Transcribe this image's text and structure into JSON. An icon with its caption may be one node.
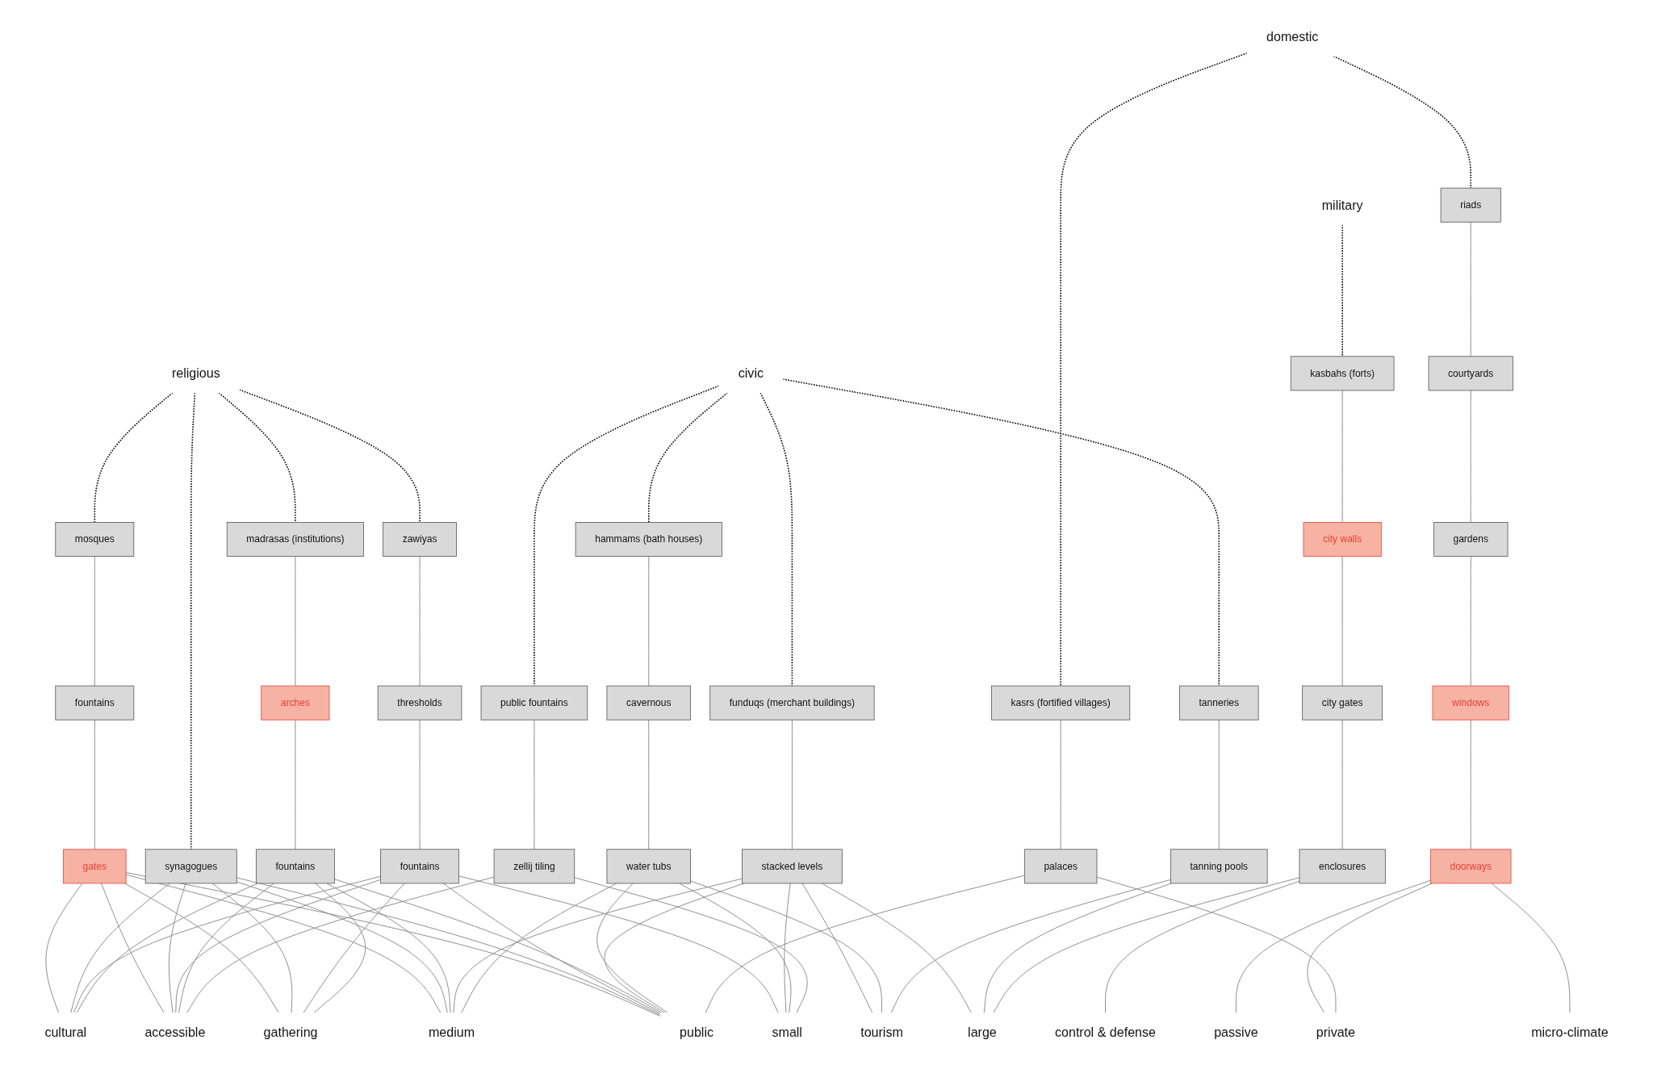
{
  "diagram": {
    "nodes": [
      {
        "text": [
          "religious"
        ]
      },
      {
        "text": [
          "civic"
        ]
      },
      {
        "text": [
          "domestic"
        ]
      },
      {
        "text": [
          "military"
        ]
      },
      {
        "text": [
          "mosques"
        ]
      },
      {
        "text": [
          "fountains"
        ]
      },
      {
        "text": [
          "gates"
        ]
      },
      {
        "text": [
          "synagogues"
        ]
      },
      {
        "text": [
          "zawiyas"
        ]
      },
      {
        "text": [
          "thresholds"
        ]
      },
      {
        "text": [
          "fountains"
        ]
      },
      {
        "text": [
          "madrasas (institutions)"
        ]
      },
      {
        "text": [
          "arches"
        ]
      },
      {
        "text": [
          "fountains"
        ]
      },
      {
        "text": [
          "funduqs (merchant buildings)"
        ]
      },
      {
        "text": [
          "stacked levels"
        ]
      },
      {
        "text": [
          "hammams (bath houses)"
        ]
      },
      {
        "text": [
          "cavernous"
        ]
      },
      {
        "text": [
          "water tubs"
        ]
      },
      {
        "text": [
          "public fountains"
        ]
      },
      {
        "text": [
          "zellij tiling"
        ]
      },
      {
        "text": [
          "tanneries"
        ]
      },
      {
        "text": [
          "tanning pools"
        ]
      },
      {
        "text": [
          "riads"
        ]
      },
      {
        "text": [
          "courtyards"
        ]
      },
      {
        "text": [
          "gardens"
        ]
      },
      {
        "text": [
          "windows"
        ]
      },
      {
        "text": [
          "doorways"
        ]
      },
      {
        "text": [
          "kasrs (fortified villages)"
        ]
      },
      {
        "text": [
          "palaces"
        ]
      },
      {
        "text": [
          "kasbahs (forts)"
        ]
      },
      {
        "text": [
          "city walls"
        ]
      },
      {
        "text": [
          "city gates"
        ]
      },
      {
        "text": [
          "enclosures"
        ]
      },
      {
        "text": [
          "gathering"
        ]
      },
      {
        "text": [
          "public"
        ]
      },
      {
        "text": [
          "cultural"
        ]
      },
      {
        "text": [
          "accessible"
        ]
      },
      {
        "text": [
          "large"
        ]
      },
      {
        "text": [
          "medium"
        ]
      },
      {
        "text": [
          "small"
        ]
      },
      {
        "text": [
          "tourism"
        ]
      },
      {
        "text": [
          "private"
        ]
      },
      {
        "text": [
          "micro-climate"
        ]
      },
      {
        "text": [
          "passive"
        ]
      },
      {
        "text": [
          "control & defense"
        ]
      }
    ],
    "edges": [
      {
        "from": 0,
        "to": 4,
        "arrow": "none",
        "style": "dashed",
        "color": "#000000"
      },
      {
        "from": 0,
        "to": 7,
        "arrow": "none",
        "style": "dashed",
        "color": "#000000"
      },
      {
        "from": 0,
        "to": 8,
        "arrow": "none",
        "style": "dashed",
        "color": "#000000"
      },
      {
        "from": 0,
        "to": 11,
        "arrow": "none",
        "style": "dashed",
        "color": "#000000"
      },
      {
        "from": 1,
        "to": 14,
        "arrow": "none",
        "style": "dashed",
        "color": "#000000"
      },
      {
        "from": 1,
        "to": 16,
        "arrow": "none",
        "style": "dashed",
        "color": "#000000"
      },
      {
        "from": 1,
        "to": 19,
        "arrow": "none",
        "style": "dashed",
        "color": "#000000"
      },
      {
        "from": 1,
        "to": 21,
        "arrow": "none",
        "style": "dashed",
        "color": "#000000"
      },
      {
        "from": 2,
        "to": 23,
        "arrow": "none",
        "style": "dashed",
        "color": "#000000"
      },
      {
        "from": 2,
        "to": 28,
        "arrow": "none",
        "style": "dashed",
        "color": "#000000"
      },
      {
        "from": 3,
        "to": 30,
        "arrow": "none",
        "style": "dashed",
        "color": "#000000"
      },
      {
        "from": 4,
        "to": 5,
        "arrow": "none"
      },
      {
        "from": 5,
        "to": 6,
        "arrow": "none"
      },
      {
        "from": 8,
        "to": 9,
        "arrow": "none"
      },
      {
        "from": 9,
        "to": 10,
        "arrow": "none"
      },
      {
        "from": 11,
        "to": 12,
        "arrow": "none"
      },
      {
        "from": 12,
        "to": 13,
        "arrow": "none"
      },
      {
        "from": 14,
        "to": 15,
        "arrow": "none"
      },
      {
        "from": 16,
        "to": 17,
        "arrow": "none"
      },
      {
        "from": 17,
        "to": 18,
        "arrow": "none"
      },
      {
        "from": 19,
        "to": 20,
        "arrow": "none"
      },
      {
        "from": 21,
        "to": 22,
        "arrow": "none"
      },
      {
        "from": 23,
        "to": 24,
        "arrow": "none"
      },
      {
        "from": 24,
        "to": 25,
        "arrow": "none"
      },
      {
        "from": 25,
        "to": 26,
        "arrow": "none"
      },
      {
        "from": 26,
        "to": 27,
        "arrow": "none"
      },
      {
        "from": 28,
        "to": 29,
        "arrow": "none"
      },
      {
        "from": 30,
        "to": 31,
        "arrow": "none"
      },
      {
        "from": 31,
        "to": 32,
        "arrow": "none"
      },
      {
        "from": 32,
        "to": 33,
        "arrow": "none"
      },
      {
        "from": 6,
        "to": 34,
        "arrow": "none"
      },
      {
        "from": 6,
        "to": 35,
        "arrow": "none"
      },
      {
        "from": 6,
        "to": 36,
        "arrow": "none"
      },
      {
        "from": 6,
        "to": 37,
        "arrow": "none"
      },
      {
        "from": 6,
        "to": 39,
        "arrow": "none"
      },
      {
        "from": 7,
        "to": 34,
        "arrow": "none"
      },
      {
        "from": 7,
        "to": 35,
        "arrow": "none"
      },
      {
        "from": 7,
        "to": 36,
        "arrow": "none"
      },
      {
        "from": 7,
        "to": 37,
        "arrow": "none"
      },
      {
        "from": 7,
        "to": 39,
        "arrow": "none"
      },
      {
        "from": 10,
        "to": 34,
        "arrow": "none"
      },
      {
        "from": 10,
        "to": 35,
        "arrow": "none"
      },
      {
        "from": 10,
        "to": 36,
        "arrow": "none"
      },
      {
        "from": 10,
        "to": 37,
        "arrow": "none"
      },
      {
        "from": 10,
        "to": 40,
        "arrow": "none"
      },
      {
        "from": 13,
        "to": 34,
        "arrow": "none"
      },
      {
        "from": 13,
        "to": 35,
        "arrow": "none"
      },
      {
        "from": 13,
        "to": 36,
        "arrow": "none"
      },
      {
        "from": 13,
        "to": 37,
        "arrow": "none"
      },
      {
        "from": 13,
        "to": 39,
        "arrow": "none"
      },
      {
        "from": 15,
        "to": 35,
        "arrow": "none"
      },
      {
        "from": 15,
        "to": 38,
        "arrow": "none"
      },
      {
        "from": 15,
        "to": 39,
        "arrow": "none"
      },
      {
        "from": 15,
        "to": 40,
        "arrow": "none"
      },
      {
        "from": 15,
        "to": 41,
        "arrow": "none"
      },
      {
        "from": 18,
        "to": 35,
        "arrow": "none"
      },
      {
        "from": 18,
        "to": 39,
        "arrow": "none"
      },
      {
        "from": 18,
        "to": 40,
        "arrow": "none"
      },
      {
        "from": 18,
        "to": 41,
        "arrow": "none"
      },
      {
        "from": 20,
        "to": 37,
        "arrow": "none"
      },
      {
        "from": 20,
        "to": 40,
        "arrow": "none"
      },
      {
        "from": 22,
        "to": 38,
        "arrow": "none"
      },
      {
        "from": 22,
        "to": 41,
        "arrow": "none"
      },
      {
        "from": 27,
        "to": 42,
        "arrow": "none"
      },
      {
        "from": 27,
        "to": 43,
        "arrow": "none"
      },
      {
        "from": 27,
        "to": 44,
        "arrow": "none"
      },
      {
        "from": 29,
        "to": 35,
        "arrow": "none"
      },
      {
        "from": 29,
        "to": 42,
        "arrow": "none"
      },
      {
        "from": 33,
        "to": 38,
        "arrow": "none"
      },
      {
        "from": 33,
        "to": 45,
        "arrow": "none"
      }
    ]
  }
}
